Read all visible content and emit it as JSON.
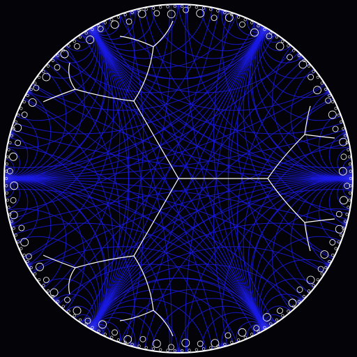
{
  "colors": {
    "background": "#040408",
    "fan_lines": "#1a1ae6",
    "tiling_edges": "#ffffff",
    "boundary_circle": "#ffffff"
  },
  "tiling": {
    "model": "poincare-disk",
    "center_vertex_degree": 3,
    "ideal_points_visible": 6
  }
}
